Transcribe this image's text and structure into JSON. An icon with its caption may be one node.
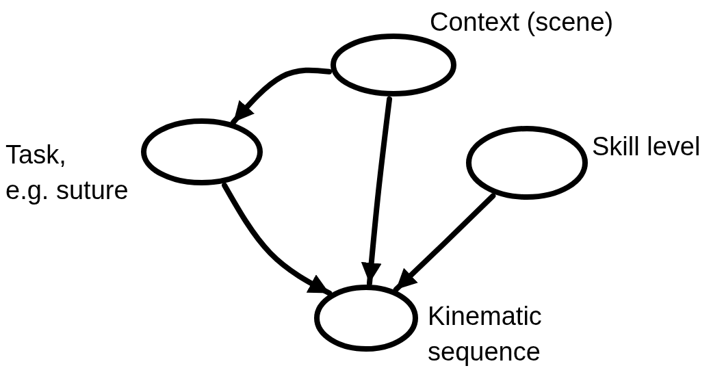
{
  "diagram": {
    "nodes": [
      {
        "text": [
          "Context (scene)"
        ]
      },
      {
        "text": [
          "Task,",
          "e.g. suture"
        ]
      },
      {
        "text": [
          "Skill level"
        ]
      },
      {
        "text": [
          "Kinematic sequence"
        ]
      }
    ],
    "edges": [
      {
        "from": 0,
        "to": 1,
        "arrow": "to"
      },
      {
        "from": 0,
        "to": 3,
        "arrow": "to"
      },
      {
        "from": 1,
        "to": 3,
        "arrow": "to"
      },
      {
        "from": 2,
        "to": 3,
        "arrow": "to"
      }
    ]
  }
}
